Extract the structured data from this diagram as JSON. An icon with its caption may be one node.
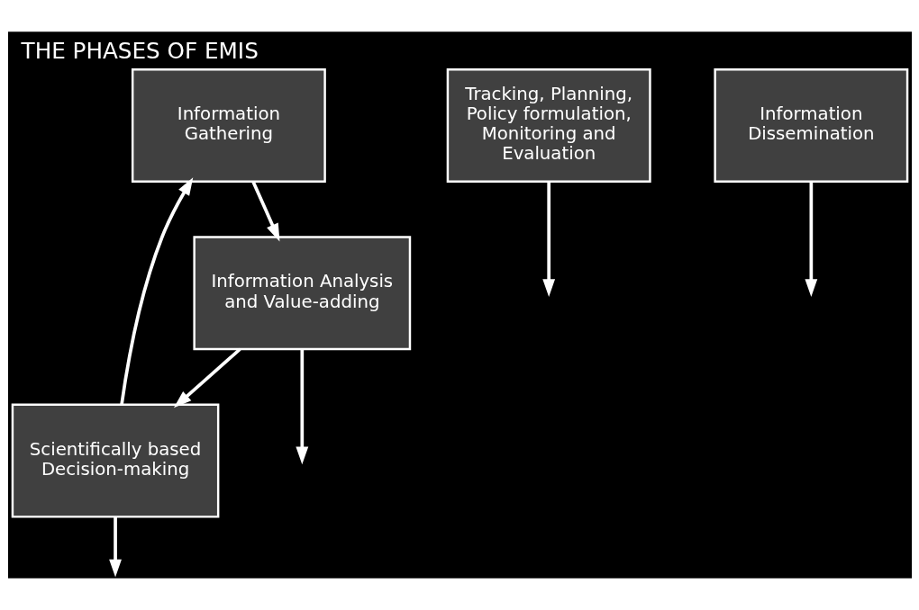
{
  "diagram": {
    "title": "THE PHASES OF EMIS",
    "nodes": [
      {
        "text": [
          "Information Gathering"
        ]
      },
      {
        "text": [
          "Tracking, Planning, Policy formulation, Monitoring and Evaluation"
        ]
      },
      {
        "text": [
          "Scientifically based Decision-making"
        ]
      },
      {
        "text": [
          "Information Analysis and Value-adding"
        ]
      },
      {
        "text": [
          "Information Dissemination"
        ]
      }
    ],
    "edges": [
      {
        "from": 0,
        "to": 3,
        "arrow": "to"
      },
      {
        "from": 3,
        "to": 2,
        "arrow": "to"
      },
      {
        "from": 3,
        "to": null,
        "arrow": "to"
      },
      {
        "from": 4,
        "to": null,
        "arrow": "to"
      },
      {
        "from": 2,
        "to": 0,
        "arrow": "to"
      },
      {
        "from": 2,
        "to": null,
        "arrow": "to"
      },
      {
        "from": 1,
        "to": null,
        "arrow": "to"
      }
    ]
  }
}
